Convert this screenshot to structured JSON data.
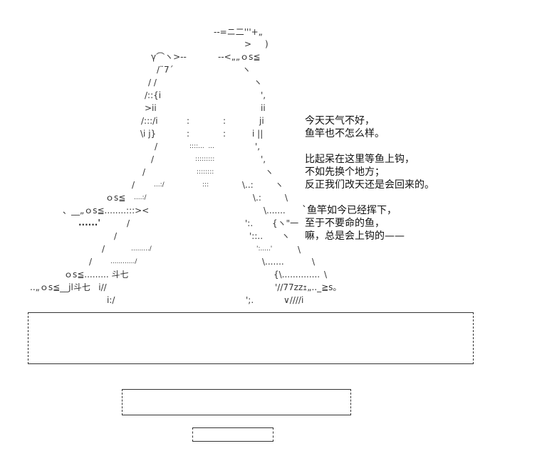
{
  "art": {
    "r0a": "--=ニ二'''+„",
    "r1a": ">",
    "r1b": ")",
    "r2a": "γ⌒ヽ>--",
    "r2b": "--<„„ｏs≦",
    "r3a": "/¨7´",
    "r3b": "ヽ",
    "r4a": "/ /",
    "r4b": "ヽ",
    "r5a": "/::{i",
    "r5b": "',",
    "r6a": ">ii",
    "r6b": "ii",
    "r7a": "/:::/i",
    "r7b": ":",
    "r7c": ":",
    "r7d": "ji",
    "r8a": "\\i j}",
    "r8b": ":",
    "r8c": ":",
    "r8d": "i ||",
    "r9a": "/",
    "r9b": "::::...  ...",
    "r9c": "',",
    "r10a": "/",
    "r10b": ":::::::::",
    "r10c": "',",
    "r11a": "/",
    "r11b": "::::::::",
    "r11c": "ヽ",
    "r12a": "/",
    "r12b": "...:/",
    "r12c": ":::",
    "r12d": "\\..:",
    "r12e": "ヽ",
    "r13a": "ｏs≦",
    "r13b": "....:/",
    "r13c": "\\.:",
    "r13d": "\\",
    "r14a": "、__„ｏs≦........:::><",
    "r14b": "\\.......",
    "r15a": "......'",
    "r15b": "/",
    "r15c": "':.",
    "r15d": "{ヽ\"一",
    "r16a": "/",
    "r16b": "'::..",
    "r16c": "ヽ",
    "r17a": "/",
    "r17b": "........./",
    "r17c": "':.....'",
    "r17d": "\\",
    "r18a": "/",
    "r18b": "............/",
    "r18c": "\\.......",
    "r18d": "\\",
    "r19a": "ｏs≦......... 斗七",
    "r19b": "{\\..............",
    "r19c": "\\",
    "r20a": "..„ｏs≦__jl斗七   i//",
    "r20b": "'//77zzｪ„.._≧s。",
    "r21a": "i:/",
    "r21b": "';.",
    "r21c": "∨////i"
  },
  "dialogue": [
    "今天天气不好，",
    "鱼竿也不怎么样。",
    "比起呆在这里等鱼上钩，",
    "不如先换个地方；",
    "反正我们改天还是会回来的。",
    "`鱼竿如今已经挥下，",
    "至于不要命的鱼，",
    "嘛，总是会上钩的——"
  ]
}
